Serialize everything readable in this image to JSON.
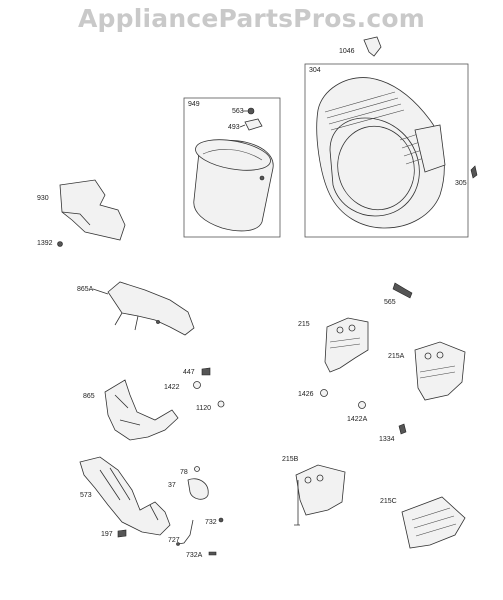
{
  "watermark": "AppliancePartsPros.com",
  "labels": {
    "p1046": "1046",
    "p304": "304",
    "p949": "949",
    "p563": "563",
    "p493": "493",
    "p305": "305",
    "p930": "930",
    "p1392": "1392",
    "p865A": "865A",
    "p565": "565",
    "p215": "215",
    "p215A": "215A",
    "p447": "447",
    "p1422": "1422",
    "p865": "865",
    "p1120": "1120",
    "p1426": "1426",
    "p1422A": "1422A",
    "p1334": "1334",
    "p78": "78",
    "p37": "37",
    "p573": "573",
    "p215B": "215B",
    "p215C": "215C",
    "p197": "197",
    "p732": "732",
    "p727": "727",
    "p732A": "732A"
  }
}
